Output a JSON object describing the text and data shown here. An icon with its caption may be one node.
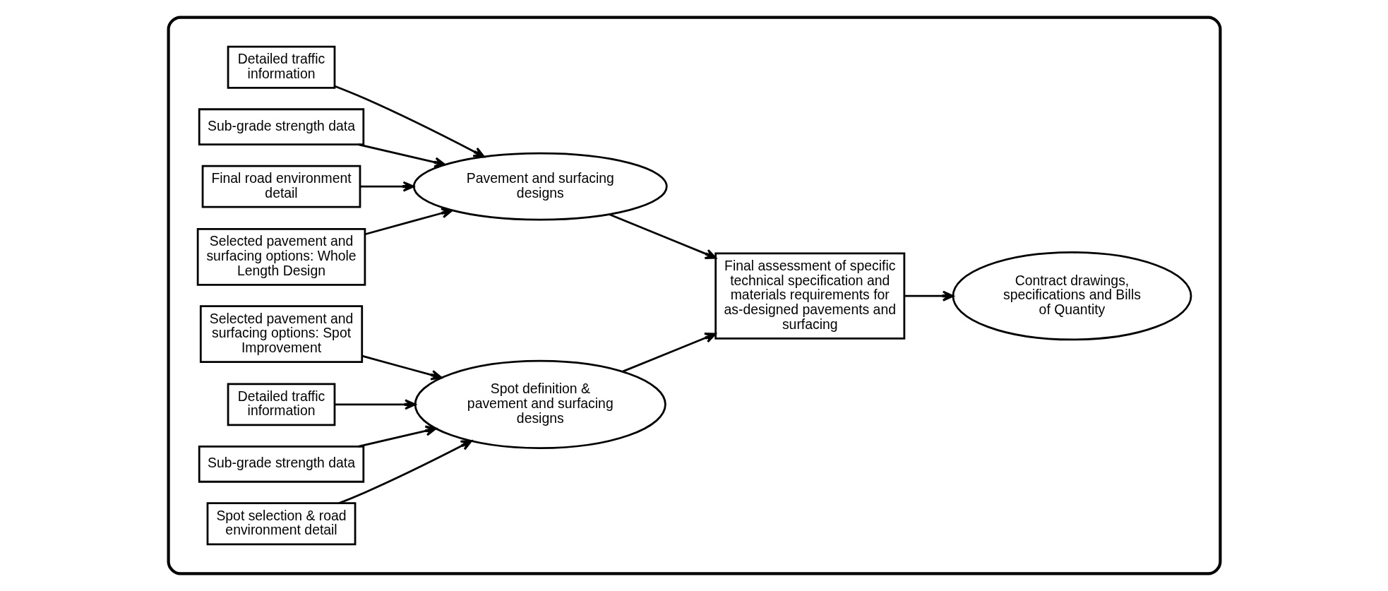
{
  "diagram": {
    "nodes": [
      {
        "text": [],
        "shape": "box"
      },
      {
        "text": [
          "Detailed traffic information"
        ],
        "in": 0
      },
      {
        "text": [
          "Sub-grade strength data"
        ],
        "in": 0
      },
      {
        "text": [
          "Final road environment detail"
        ],
        "in": 0
      },
      {
        "text": [
          "Selected pavement and surfacing options: Whole Length Design"
        ],
        "in": 0
      },
      {
        "text": [
          "Pavement and surfacing designs"
        ],
        "in": 0
      },
      {
        "text": [
          "Final assessment of specific technical specification and materials requirements for as-designed pavements and surfacing"
        ],
        "in": 0
      },
      {
        "text": [
          "Contract drawings, specifications and Bills of Quantity"
        ],
        "in": 0
      },
      {
        "text": [
          "Selected pavement and surfacing options: Spot Improvement"
        ],
        "in": 0
      },
      {
        "text": [
          "Spot definition & pavement and surfacing designs"
        ],
        "in": 0
      },
      {
        "text": [
          "Detailed traffic information"
        ],
        "in": 0
      },
      {
        "text": [
          "Sub-grade strength data"
        ],
        "in": 0
      },
      {
        "text": [
          "Spot selection & road environment detail"
        ],
        "in": 0
      }
    ],
    "edges": [
      {
        "from": 1,
        "to": 5,
        "arrow": "to"
      },
      {
        "from": 2,
        "to": 5,
        "arrow": "to"
      },
      {
        "from": 3,
        "to": 5,
        "arrow": "to"
      },
      {
        "from": 4,
        "to": 5,
        "arrow": "to"
      },
      {
        "from": 5,
        "to": 6,
        "arrow": "to"
      },
      {
        "from": 9,
        "to": 6,
        "arrow": "to"
      },
      {
        "from": 6,
        "to": 7,
        "arrow": "to"
      },
      {
        "from": 8,
        "to": 9,
        "arrow": "to"
      },
      {
        "from": 10,
        "to": 9,
        "arrow": "to"
      },
      {
        "from": 11,
        "to": 9,
        "arrow": "to"
      },
      {
        "from": 12,
        "to": 9,
        "arrow": "to"
      }
    ]
  }
}
